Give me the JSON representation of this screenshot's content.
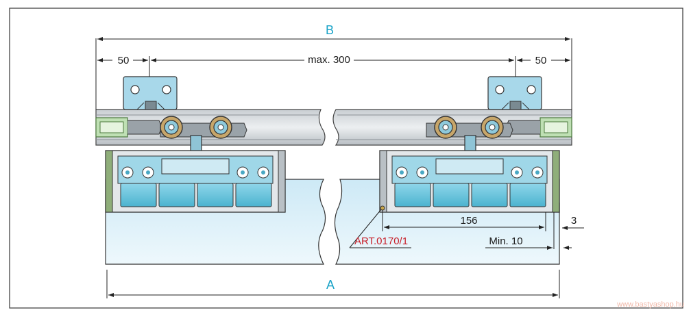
{
  "labels": {
    "overall_width": "B",
    "glass_width": "A",
    "left_offset": "50",
    "right_offset": "50",
    "max_spacing": "max. 300",
    "clamp_length": "156",
    "min_gap": "Min. 10",
    "glass_gap": "3",
    "part_number": "ART.0170/1"
  },
  "watermark": "www.bastyashop.hu",
  "colors": {
    "accent_text": "#1aa3c8",
    "part_number": "#c8202a",
    "rail": "#dfe3e6",
    "clamp_inner": "#7fd0e4",
    "glass": "#d6eef8",
    "frame": "#555555"
  }
}
